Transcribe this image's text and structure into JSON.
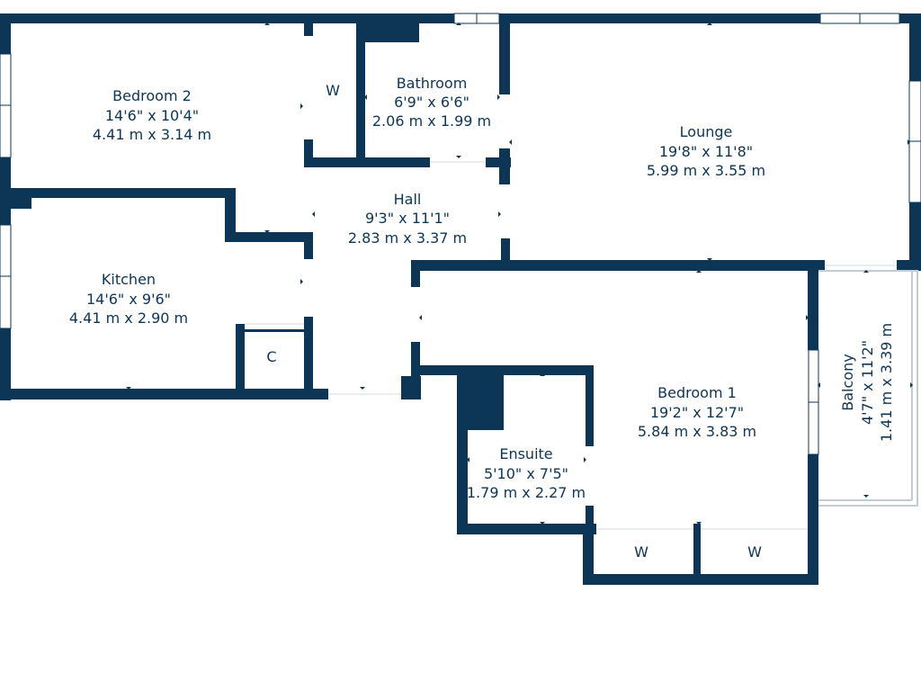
{
  "colors": {
    "wall": "#0d3556",
    "background": "#ffffff",
    "window": "#cfd6dc",
    "text": "#0d3556"
  },
  "rooms": {
    "bedroom2": {
      "name": "Bedroom 2",
      "imperial": "14'6\" x 10'4\"",
      "metric": "4.41 m x 3.14 m"
    },
    "bathroom": {
      "name": "Bathroom",
      "imperial": "6'9\" x 6'6\"",
      "metric": "2.06 m x 1.99 m"
    },
    "lounge": {
      "name": "Lounge",
      "imperial": "19'8\" x 11'8\"",
      "metric": "5.99 m x 3.55 m"
    },
    "hall": {
      "name": "Hall",
      "imperial": "9'3\" x 11'1\"",
      "metric": "2.83 m x 3.37 m"
    },
    "kitchen": {
      "name": "Kitchen",
      "imperial": "14'6\" x 9'6\"",
      "metric": "4.41 m x 2.90 m"
    },
    "bedroom1": {
      "name": "Bedroom 1",
      "imperial": "19'2\" x 12'7\"",
      "metric": "5.84 m x 3.83 m"
    },
    "ensuite": {
      "name": "Ensuite",
      "imperial": "5'10\" x 7'5\"",
      "metric": "1.79 m x 2.27 m"
    },
    "balcony": {
      "name": "Balcony",
      "imperial": "4'7\" x 11'2\"",
      "metric": "1.41 m x 3.39 m"
    }
  },
  "storage": {
    "wardrobe_hall": "W",
    "cupboard_kitchen": "C",
    "wardrobe_bed1_left": "W",
    "wardrobe_bed1_right": "W"
  }
}
